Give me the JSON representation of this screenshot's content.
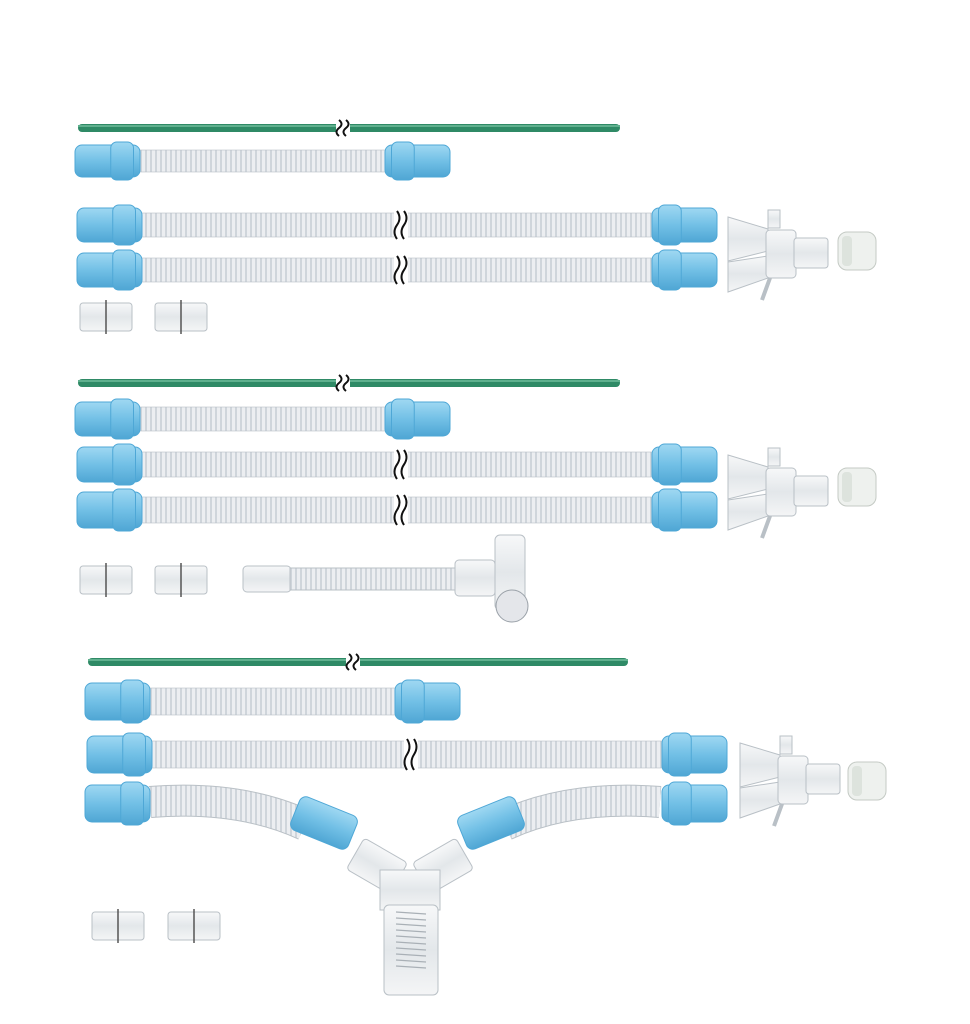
{
  "colors": {
    "background": "#ffffff",
    "cuff": "#7ec8ea",
    "cuff_dark": "#4ea7d6",
    "tube": "#e9ecef",
    "tube_rib": "#c9d0d6",
    "rod": "#2f8a66",
    "clear_part": "#eef0f2",
    "clear_edge": "#b9c0c6"
  },
  "sets": [
    {
      "name": "circuit-set-1"
    },
    {
      "name": "circuit-set-2"
    },
    {
      "name": "circuit-set-3"
    }
  ]
}
